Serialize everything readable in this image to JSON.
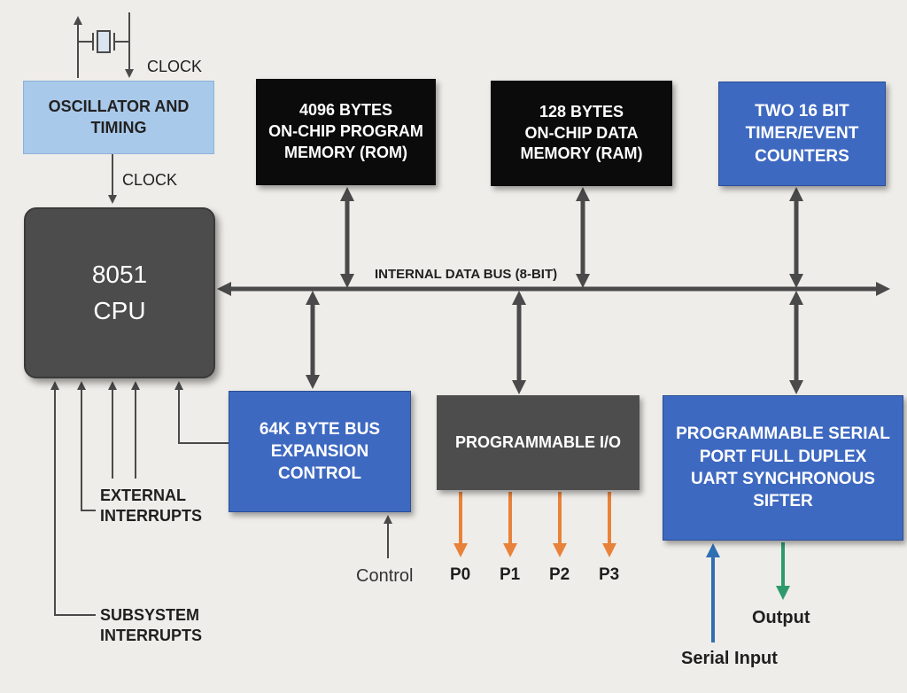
{
  "blocks": {
    "oscillator": "OSCILLATOR AND\nTIMING",
    "rom": "4096 BYTES\nON-CHIP PROGRAM\nMEMORY (ROM)",
    "ram": "128 BYTES\nON-CHIP DATA\nMEMORY (RAM)",
    "timer": "TWO 16 BIT\nTIMER/EVENT\nCOUNTERS",
    "cpu": "8051\nCPU",
    "bus_expansion": "64K BYTE BUS\nEXPANSION\nCONTROL",
    "prog_io": "PROGRAMMABLE I/O",
    "serial": "PROGRAMMABLE SERIAL\nPORT FULL DUPLEX\nUART SYNCHRONOUS\nSIFTER"
  },
  "labels": {
    "clock_top": "CLOCK",
    "clock_mid": "CLOCK",
    "internal_bus": "INTERNAL DATA BUS (8-BIT)",
    "external_interrupts": "EXTERNAL\nINTERRUPTS",
    "subsystem_interrupts": "SUBSYSTEM\nINTERRUPTS",
    "control": "Control",
    "ports": [
      "P0",
      "P1",
      "P2",
      "P3"
    ],
    "output": "Output",
    "serial_input": "Serial Input"
  },
  "colors": {
    "line": "#4a4a4a",
    "port_arrow": "#e8823a",
    "serial_input_arrow": "#2f6fb3",
    "output_arrow": "#2e9a6c"
  }
}
